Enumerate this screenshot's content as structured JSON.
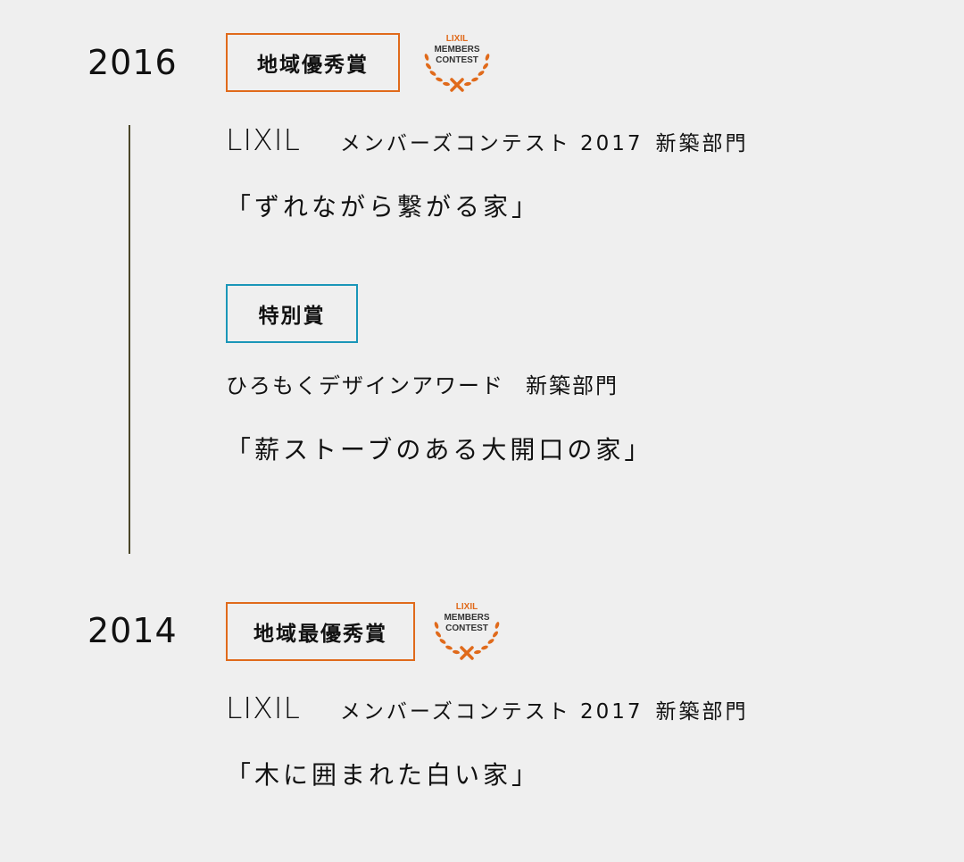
{
  "entries": [
    {
      "year": "2016",
      "badge": "地域優秀賞",
      "emblem": {
        "line1": "LIXIL",
        "line2": "MEMBERS",
        "line3": "CONTEST"
      },
      "brand": "LIXIL",
      "contest": "メンバーズコンテスト 2017",
      "dept": "新築部門",
      "work": "「ずれながら繋がる家」",
      "special": {
        "badge": "特別賞",
        "award": "ひろもくデザインアワード",
        "dept": "新築部門",
        "work": "「薪ストーブのある大開口の家」"
      }
    },
    {
      "year": "2014",
      "badge": "地域最優秀賞",
      "emblem": {
        "line1": "LIXIL",
        "line2": "MEMBERS",
        "line3": "CONTEST"
      },
      "brand": "LIXIL",
      "contest": "メンバーズコンテスト 2017",
      "dept": "新築部門",
      "work": "「木に囲まれた白い家」"
    }
  ],
  "colors": {
    "background": "#efefef",
    "orange": "#e06a1b",
    "blue": "#1a96b8",
    "timeline": "#4a4628"
  }
}
